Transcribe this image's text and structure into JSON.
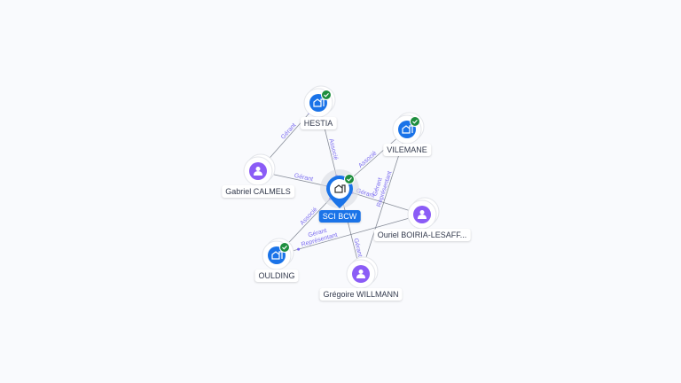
{
  "nodes": [
    {
      "id": "sci",
      "label": "SCI BCW",
      "type": "company",
      "main": true,
      "verified": true
    },
    {
      "id": "hestia",
      "label": "HESTIA",
      "type": "company",
      "verified": true
    },
    {
      "id": "vilemane",
      "label": "VILEMANE",
      "type": "company",
      "verified": true
    },
    {
      "id": "oulding",
      "label": "OULDING",
      "type": "company",
      "verified": true
    },
    {
      "id": "gabriel",
      "label": "Gabriel CALMELS",
      "type": "person"
    },
    {
      "id": "ouriel",
      "label": "Ouriel BOIRIA-LESAFF...",
      "type": "person"
    },
    {
      "id": "gregoire",
      "label": "Grégoire WILLMANN",
      "type": "person"
    }
  ],
  "edges": [
    {
      "from": "gabriel",
      "to": "hestia",
      "label": "Gérant"
    },
    {
      "from": "hestia",
      "to": "sci",
      "label": "Associé"
    },
    {
      "from": "gabriel",
      "to": "sci",
      "label": "Gérant"
    },
    {
      "from": "vilemane",
      "to": "sci",
      "label": "Associé"
    },
    {
      "from": "oulding",
      "to": "sci",
      "label": "Associé"
    },
    {
      "from": "ouriel",
      "to": "sci",
      "label": "Gérant"
    },
    {
      "from": "ouriel",
      "to": "oulding",
      "label": "Gérant Représentant"
    },
    {
      "from": "gregoire",
      "to": "vilemane",
      "label": "Gérant Représentant"
    },
    {
      "from": "gregoire",
      "to": "sci",
      "label": "Gérant"
    }
  ],
  "colors": {
    "company": "#1a73e8",
    "person": "#8b5cf6",
    "verified": "#1e8e3e",
    "edge": "#6b7280",
    "edge_label": "#7b6cf0"
  }
}
